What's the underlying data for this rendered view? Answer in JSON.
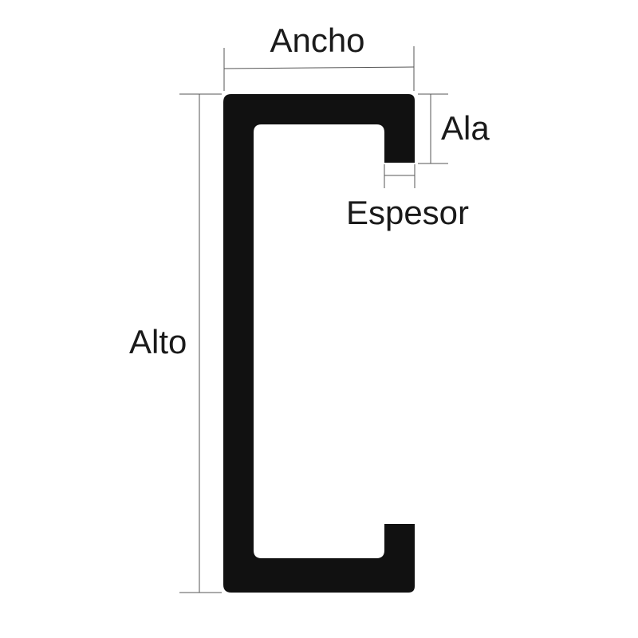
{
  "labels": {
    "width": "Ancho",
    "flange": "Ala",
    "thickness": "Espesor",
    "height": "Alto"
  },
  "colors": {
    "profile": "#111111",
    "dimension_line": "#555555",
    "text": "#1a1a1a",
    "background": "#ffffff"
  }
}
